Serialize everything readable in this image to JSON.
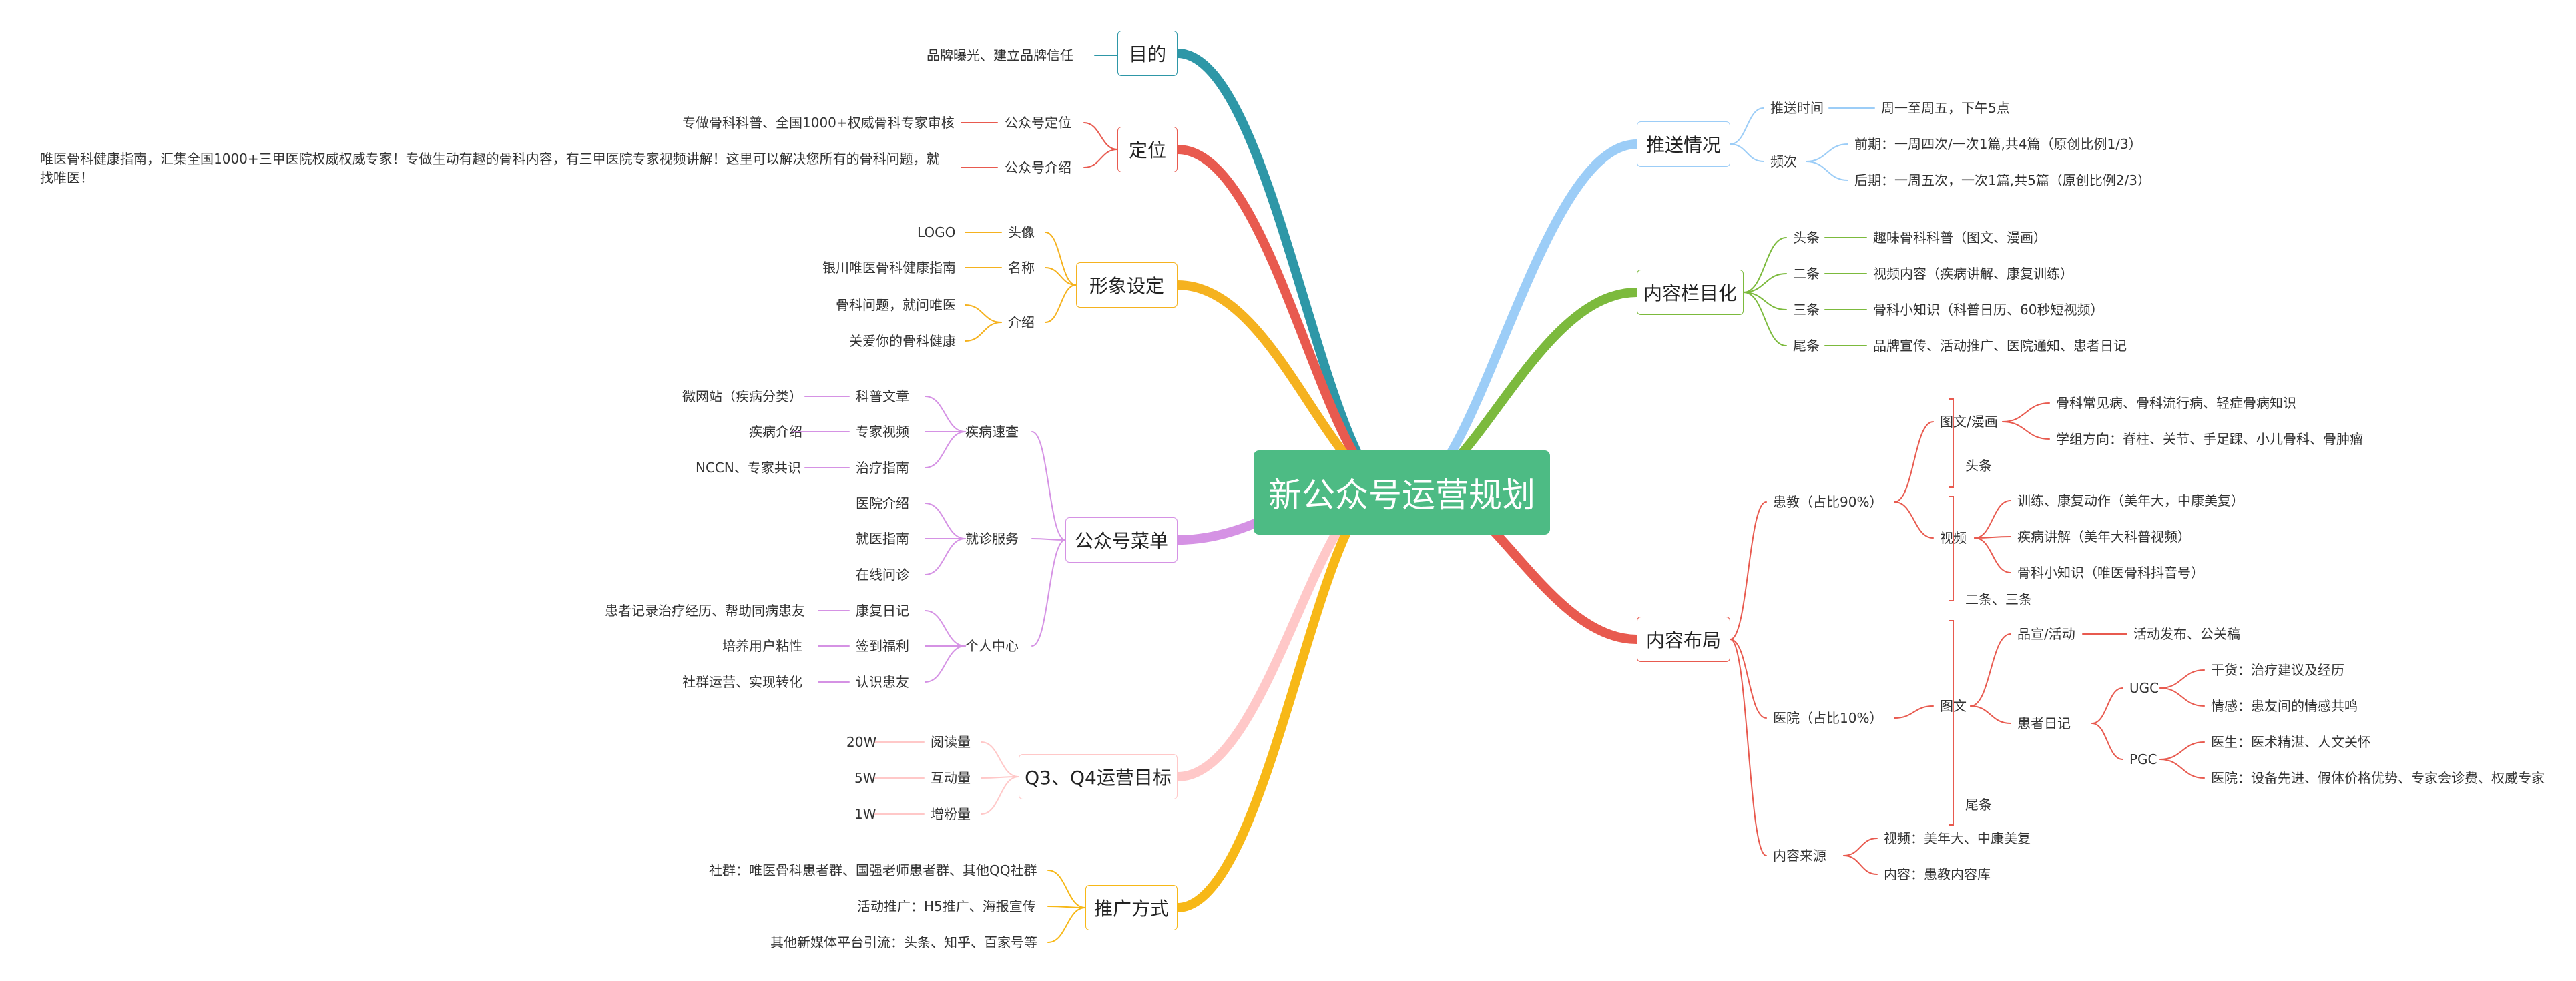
{
  "root": "新公众号运营规划",
  "colors": {
    "teal": "#2e97a7",
    "red": "#e85a4f",
    "orange": "#f5b21f",
    "violet": "#d592e4",
    "pink": "#ffc8c8",
    "gold": "#f7b817",
    "sky": "#9ccdf7",
    "green": "#7cba3d",
    "crimson": "#e85a4f"
  },
  "left": {
    "mudi": {
      "label": "目的",
      "items": [
        "品牌曝光、建立品牌信任"
      ]
    },
    "dingwei": {
      "label": "定位",
      "children": [
        {
          "label": "公众号定位",
          "leaf": "专做骨科科普、全国1000+权威骨科专家审核"
        },
        {
          "label": "公众号介绍",
          "leaf": "唯医骨科健康指南，汇集全国1000+三甲医院权威权威专家！专做生动有趣的骨科内容，有三甲医院专家视频讲解！这里可以解决您所有的骨科问题，就找唯医！"
        }
      ]
    },
    "xingxiang": {
      "label": "形象设定",
      "children": [
        {
          "label": "头像",
          "leaves": [
            "LOGO"
          ]
        },
        {
          "label": "名称",
          "leaves": [
            "银川唯医骨科健康指南"
          ]
        },
        {
          "label": "介绍",
          "leaves": [
            "骨科问题，就问唯医",
            "关爱你的骨科健康"
          ]
        }
      ]
    },
    "caidan": {
      "label": "公众号菜单",
      "groups": [
        {
          "label": "疾病速查",
          "items": [
            {
              "label": "科普文章",
              "leaf": "微网站（疾病分类）"
            },
            {
              "label": "专家视频",
              "leaf": "疾病介绍"
            },
            {
              "label": "治疗指南",
              "leaf": "NCCN、专家共识"
            }
          ]
        },
        {
          "label": "就诊服务",
          "items": [
            {
              "label": "医院介绍",
              "leaf": ""
            },
            {
              "label": "就医指南",
              "leaf": ""
            },
            {
              "label": "在线问诊",
              "leaf": ""
            }
          ]
        },
        {
          "label": "个人中心",
          "items": [
            {
              "label": "康复日记",
              "leaf": "患者记录治疗经历、帮助同病患友"
            },
            {
              "label": "签到福利",
              "leaf": "培养用户粘性"
            },
            {
              "label": "认识患友",
              "leaf": "社群运营、实现转化"
            }
          ]
        }
      ]
    },
    "mubiao": {
      "label": "Q3、Q4运营目标",
      "items": [
        {
          "label": "阅读量",
          "leaf": "20W"
        },
        {
          "label": "互动量",
          "leaf": "5W"
        },
        {
          "label": "增粉量",
          "leaf": "1W"
        }
      ]
    },
    "tuiguang": {
      "label": "推广方式",
      "items": [
        "社群：唯医骨科患者群、国强老师患者群、其他QQ社群",
        "活动推广：H5推广、海报宣传",
        "其他新媒体平台引流：头条、知乎、百家号等"
      ]
    }
  },
  "right": {
    "tuisong": {
      "label": "推送情况",
      "time": {
        "label": "推送时间",
        "leaf": "周一至周五，下午5点"
      },
      "freq": {
        "label": "频次",
        "leaves": [
          "前期：一周四次/一次1篇,共4篇（原创比例1/3）",
          "后期：一周五次，一次1篇,共5篇（原创比例2/3）"
        ]
      }
    },
    "lanmu": {
      "label": "内容栏目化",
      "items": [
        {
          "label": "头条",
          "leaf": "趣味骨科科普（图文、漫画）"
        },
        {
          "label": "二条",
          "leaf": "视频内容（疾病讲解、康复训练）"
        },
        {
          "label": "三条",
          "leaf": "骨科小知识（科普日历、60秒短视频）"
        },
        {
          "label": "尾条",
          "leaf": "品牌宣传、活动推广、医院通知、患者日记"
        }
      ]
    },
    "buju": {
      "label": "内容布局",
      "huanjiao": {
        "label": "患教（占比90%）",
        "tuwen": {
          "label": "图文/漫画",
          "leaves": [
            "骨科常见病、骨科流行病、轻症骨病知识",
            "学组方向：脊柱、关节、手足踝、小儿骨科、骨肿瘤"
          ],
          "tag": "头条"
        },
        "shipin": {
          "label": "视频",
          "leaves": [
            "训练、康复动作（美年大，中康美复）",
            "疾病讲解（美年大科普视频）",
            "骨科小知识（唯医骨科抖音号）"
          ],
          "tag": "二条、三条"
        }
      },
      "yiyuan": {
        "label": "医院（占比10%）",
        "tuwen": {
          "label": "图文",
          "tag": "尾条"
        },
        "pinxuan": {
          "label": "品宣/活动",
          "leaf": "活动发布、公关稿"
        },
        "riji": {
          "label": "患者日记"
        },
        "ugc": {
          "label": "UGC",
          "leaves": [
            "干货：治疗建议及经历",
            "情感：患友间的情感共鸣"
          ]
        },
        "pgc": {
          "label": "PGC",
          "leaves": [
            "医生：医术精湛、人文关怀",
            "医院：设备先进、假体价格优势、专家会诊费、权威专家"
          ]
        }
      },
      "laiyuan": {
        "label": "内容来源",
        "leaves": [
          "视频：美年大、中康美复",
          "内容：患教内容库"
        ]
      }
    }
  }
}
